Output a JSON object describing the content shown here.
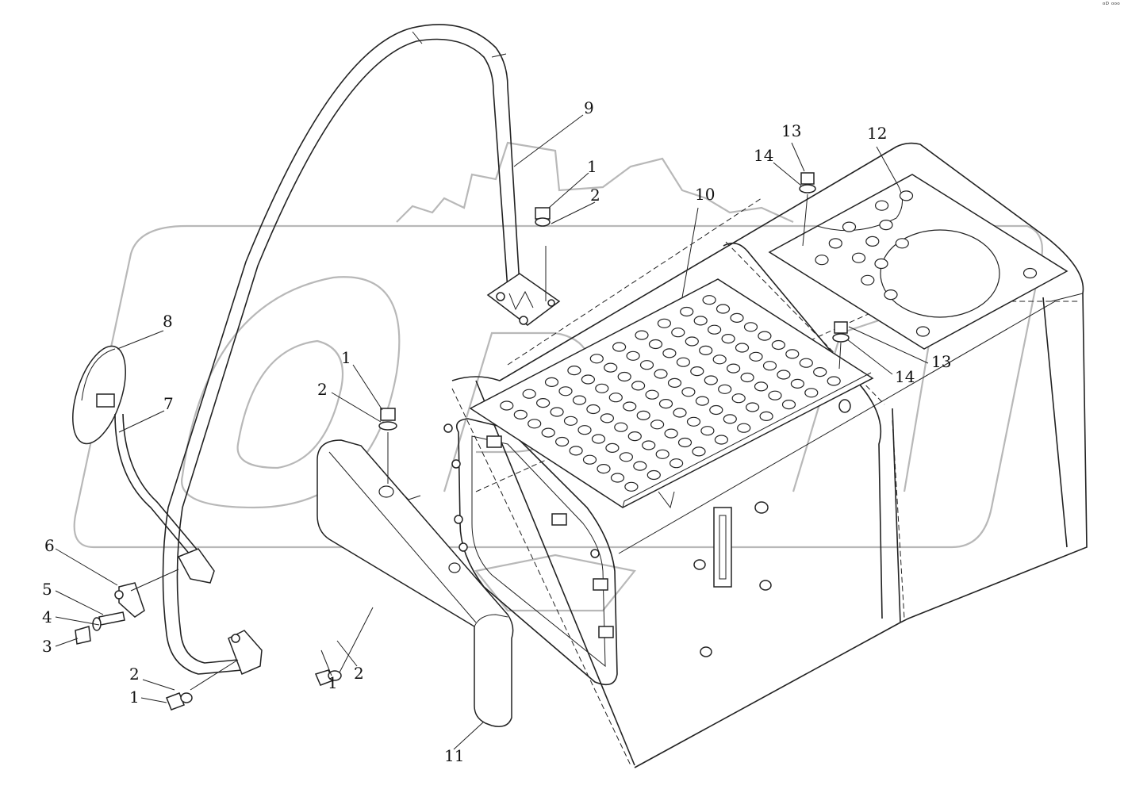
{
  "diagram": {
    "type": "exploded-parts-drawing",
    "corner_mark": "ᵒᴰ ᵒᵒᵒ",
    "callouts": [
      {
        "id": "c9",
        "text": "9"
      },
      {
        "id": "c1a",
        "text": "1"
      },
      {
        "id": "c2a",
        "text": "2"
      },
      {
        "id": "c10",
        "text": "10"
      },
      {
        "id": "c13a",
        "text": "13"
      },
      {
        "id": "c14a",
        "text": "14"
      },
      {
        "id": "c12",
        "text": "12"
      },
      {
        "id": "c8",
        "text": "8"
      },
      {
        "id": "c7",
        "text": "7"
      },
      {
        "id": "c1b",
        "text": "1"
      },
      {
        "id": "c2b",
        "text": "2"
      },
      {
        "id": "c13b",
        "text": "13"
      },
      {
        "id": "c14b",
        "text": "14"
      },
      {
        "id": "c6",
        "text": "6"
      },
      {
        "id": "c5",
        "text": "5"
      },
      {
        "id": "c4",
        "text": "4"
      },
      {
        "id": "c3",
        "text": "3"
      },
      {
        "id": "c2c",
        "text": "2"
      },
      {
        "id": "c1c",
        "text": "1"
      },
      {
        "id": "c1d",
        "text": "1"
      },
      {
        "id": "c2d",
        "text": "2"
      },
      {
        "id": "c11",
        "text": "11"
      }
    ]
  }
}
